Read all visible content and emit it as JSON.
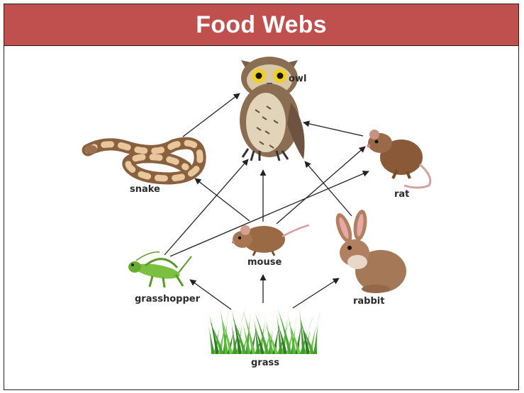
{
  "title": "Food Webs",
  "organisms": {
    "owl": "owl",
    "snake": "snake",
    "rat": "rat",
    "mouse": "mouse",
    "grasshopper": "grasshopper",
    "rabbit": "rabbit",
    "grass": "grass"
  },
  "links": [
    {
      "from": "grass",
      "to": "grasshopper"
    },
    {
      "from": "grass",
      "to": "mouse"
    },
    {
      "from": "grass",
      "to": "rabbit"
    },
    {
      "from": "grasshopper",
      "to": "owl"
    },
    {
      "from": "grasshopper",
      "to": "rat"
    },
    {
      "from": "mouse",
      "to": "owl"
    },
    {
      "from": "mouse",
      "to": "snake"
    },
    {
      "from": "mouse",
      "to": "rat"
    },
    {
      "from": "rabbit",
      "to": "owl"
    },
    {
      "from": "rat",
      "to": "owl"
    },
    {
      "from": "snake",
      "to": "owl"
    }
  ],
  "colors": {
    "header": "#c0504d",
    "title_text": "#ffffff",
    "arrow": "#222222"
  }
}
